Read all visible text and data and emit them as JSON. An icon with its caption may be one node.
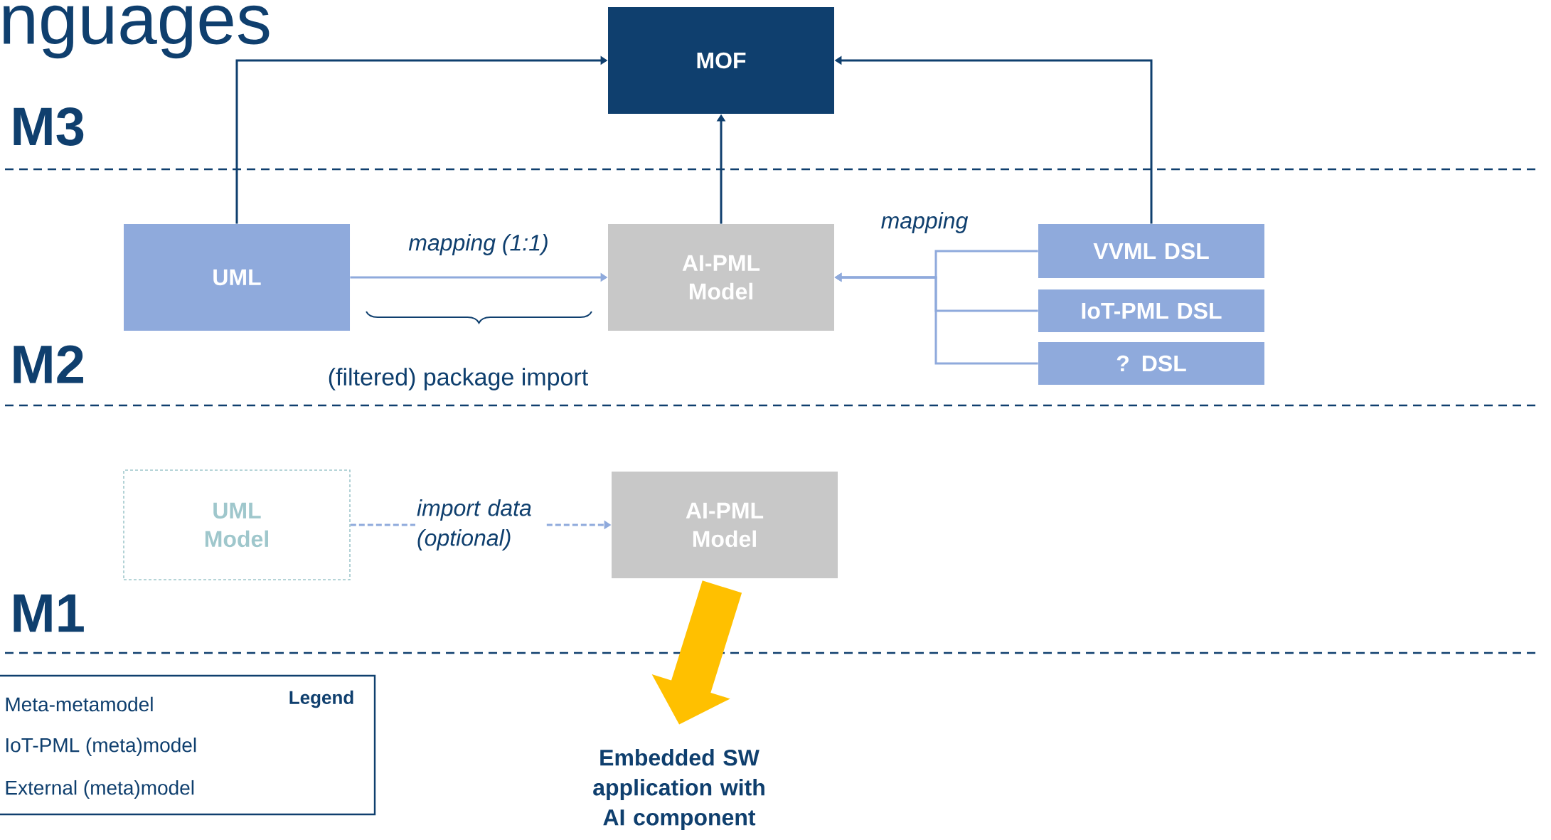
{
  "diagram": {
    "title": "nguages",
    "nodes": [
      {
        "text": [
          "MOF"
        ]
      },
      {
        "text": [
          "UML"
        ]
      },
      {
        "text": [
          "AI-PML Model"
        ]
      },
      {
        "text": [
          "VVML DSL"
        ]
      },
      {
        "text": [
          "IoT-PML DSL"
        ]
      },
      {
        "text": [
          "? DSL"
        ]
      },
      {
        "text": [
          "UML Model"
        ]
      },
      {
        "text": [
          "AI-PML Model"
        ]
      },
      {
        "text": [
          "Embedded SW application with AI component"
        ]
      }
    ],
    "edges": [
      {
        "from": 1,
        "to": 0,
        "arrow": "to",
        "color": "#0f3f6e"
      },
      {
        "from": 2,
        "to": 0,
        "arrow": "to",
        "color": "#0f3f6e"
      },
      {
        "from": 3,
        "to": 0,
        "arrow": "to",
        "color": "#0f3f6e"
      },
      {
        "from": 1,
        "to": 2,
        "arrow": "to",
        "label": "mapping (1:1)"
      },
      {
        "from": 3,
        "to": 2,
        "arrow": "to",
        "label": "mapping"
      },
      {
        "from": 4,
        "to": 2,
        "arrow": "to"
      },
      {
        "from": 5,
        "to": 2,
        "arrow": "to"
      },
      {
        "from": 6,
        "to": 7,
        "arrow": "to",
        "style": "dashed",
        "label": "import data (optional)"
      },
      {
        "from": 7,
        "to": 8,
        "arrow": "to",
        "style": "thick",
        "color": "#ffc000"
      }
    ],
    "labels": [
      "M3",
      "M2",
      "(filtered) package import",
      "M1",
      "Legend"
    ],
    "legend": [
      {
        "text": "Meta-metamodel"
      },
      {
        "text": "IoT-PML (meta)model"
      },
      {
        "text": "External (meta)model"
      }
    ]
  }
}
